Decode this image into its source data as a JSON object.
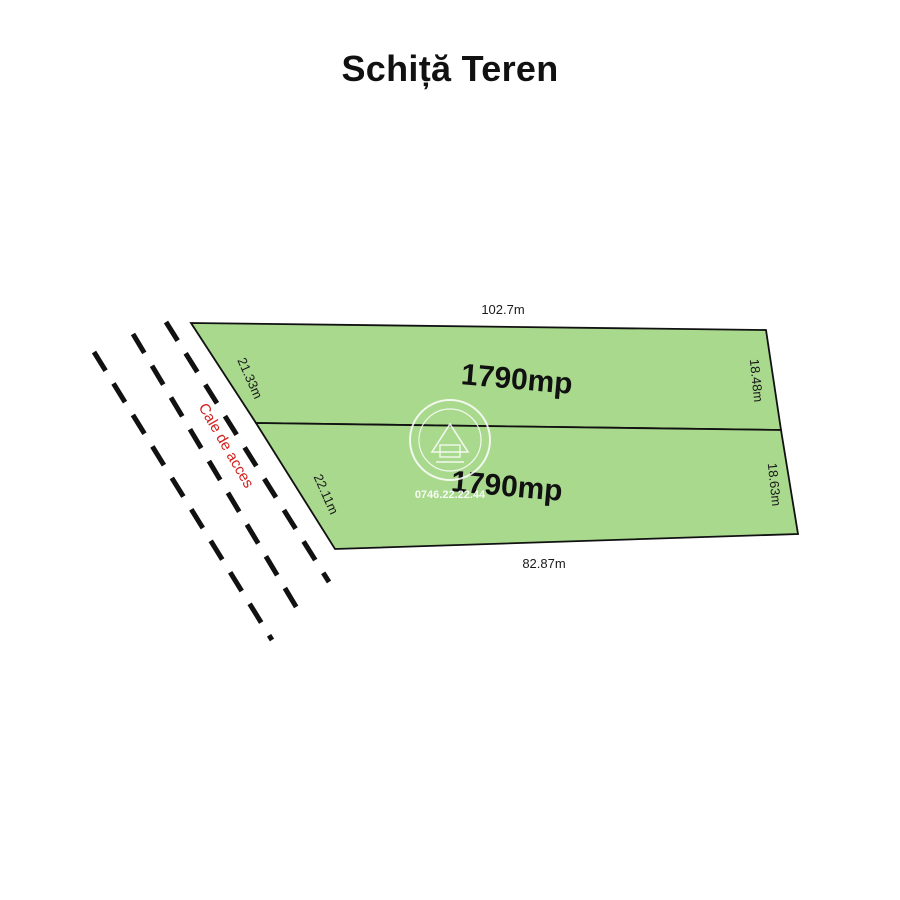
{
  "title": "Schiță Teren",
  "colors": {
    "lot_fill": "#a8d98d",
    "lot_stroke": "#111111",
    "road_dash": "#111111",
    "road_label": "#d0201d",
    "watermark": "#ffffff"
  },
  "access_road": {
    "label": "Cale de acces"
  },
  "lots": [
    {
      "area": "1790mp",
      "top": "102.7m",
      "left": "21.33m",
      "right": "18.48m"
    },
    {
      "area": "1790mp",
      "bottom": "82.87m",
      "left": "22.11m",
      "right": "18.63m"
    }
  ],
  "watermark": {
    "phone": "0746.22.22.44",
    "logo_icon": "real-estate-seal-icon"
  }
}
